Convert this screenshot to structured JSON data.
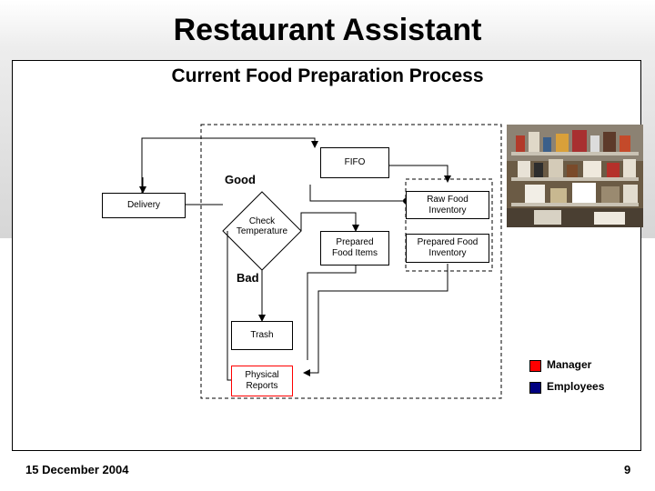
{
  "slide": {
    "title": "Restaurant Assistant",
    "subtitle": "Current Food Preparation Process",
    "date": "15 December 2004",
    "page_number": "9"
  },
  "diagram": {
    "nodes": {
      "fifo": "FIFO",
      "delivery": "Delivery",
      "check_temperature": "Check Temperature",
      "raw_food_inventory": "Raw Food Inventory",
      "prepared_food_items": "Prepared Food Items",
      "prepared_food_inventory": "Prepared Food Inventory",
      "trash": "Trash",
      "physical_reports": "Physical Reports"
    },
    "labels": {
      "good": "Good",
      "bad": "Bad"
    }
  },
  "legend": {
    "items": [
      {
        "label": "Manager",
        "color": "#ff0000"
      },
      {
        "label": "Employees",
        "color": "#000080"
      }
    ]
  },
  "colors": {
    "manager": "#ff0000",
    "employees": "#000080"
  },
  "photo": {
    "icon": "kitchen-storage-photo"
  }
}
